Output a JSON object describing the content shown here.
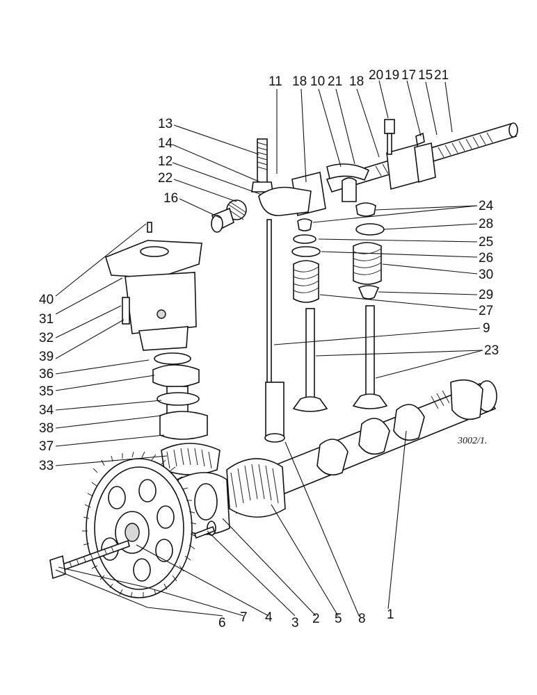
{
  "figure": {
    "reference": "3002/1.",
    "callouts": [
      "11",
      "18",
      "10",
      "21",
      "18",
      "20",
      "19",
      "17",
      "15",
      "21",
      "13",
      "14",
      "12",
      "22",
      "16",
      "24",
      "28",
      "25",
      "26",
      "30",
      "29",
      "27",
      "9",
      "23",
      "40",
      "31",
      "32",
      "39",
      "36",
      "35",
      "34",
      "38",
      "37",
      "33",
      "6",
      "7",
      "4",
      "3",
      "2",
      "5",
      "8",
      "1"
    ]
  }
}
